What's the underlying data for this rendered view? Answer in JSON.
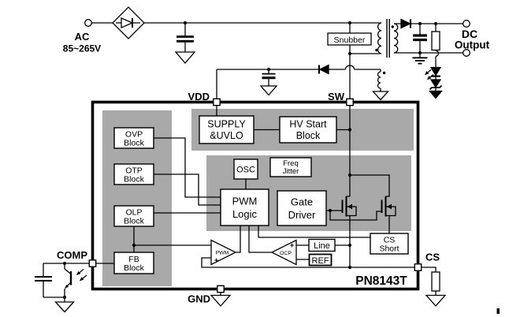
{
  "part_number": "PN8143T",
  "input": {
    "ac": "AC",
    "range": "85~265V"
  },
  "output": {
    "dc": "DC",
    "out": "Output"
  },
  "snubber": "Snubber",
  "pins": {
    "vdd": "VDD",
    "sw": "SW",
    "comp": "COMP",
    "gnd": "GND",
    "cs": "CS"
  },
  "blocks": {
    "supply_uvlo": [
      "SUPPLY",
      "&UVLO"
    ],
    "hv_start": [
      "HV Start",
      "Block"
    ],
    "ovp": [
      "OVP",
      "Block"
    ],
    "otp": [
      "OTP",
      "Block"
    ],
    "olp": [
      "OLP",
      "Block"
    ],
    "fb": [
      "FB",
      "Block"
    ],
    "osc": "OSC",
    "freq_jitter": [
      "Freq",
      "Jitter"
    ],
    "pwm_logic": [
      "PWM",
      "Logic"
    ],
    "gate_driver": [
      "Gate",
      "Driver"
    ],
    "line": "Line",
    "ref": "REF",
    "cs_short": [
      "CS",
      "Short"
    ]
  },
  "comparators": {
    "pwm": {
      "label": "PWM",
      "plus": "+"
    },
    "ocp": {
      "label": "OCP",
      "plus": "+"
    }
  },
  "colors": {
    "region_gray": "#a9a9a9",
    "wire": "#000000",
    "background": "#ffffff"
  }
}
